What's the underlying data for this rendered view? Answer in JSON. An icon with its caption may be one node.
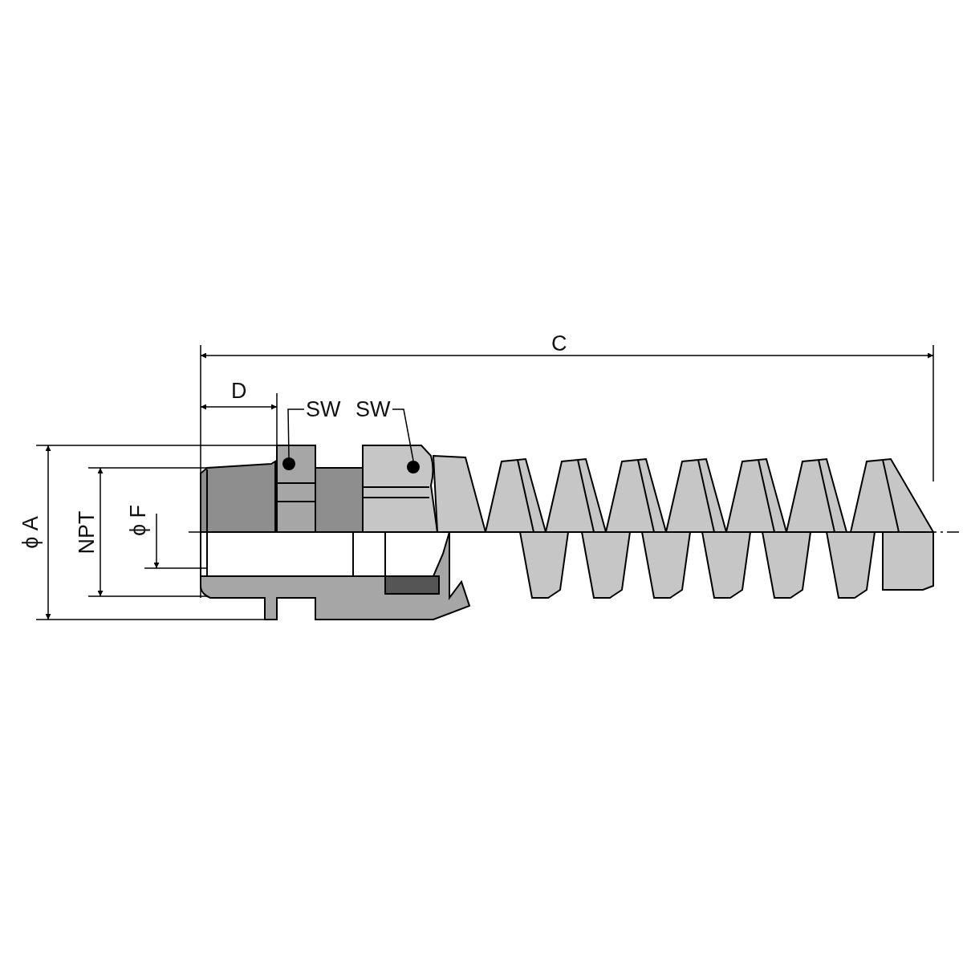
{
  "diagram": {
    "nodes": [
      {
        "text": [
          "SW"
        ]
      },
      {
        "text": [
          "SW"
        ]
      },
      {
        "text": [],
        "shape": "circle"
      },
      {
        "text": [],
        "shape": "circle"
      }
    ],
    "edges": [
      {
        "from": 0,
        "to": 2,
        "arrow": "none"
      },
      {
        "from": 1,
        "to": 3,
        "arrow": "none"
      }
    ],
    "labels": [
      "C",
      "D",
      "ϕ A",
      "NPT",
      "ϕ F"
    ]
  }
}
